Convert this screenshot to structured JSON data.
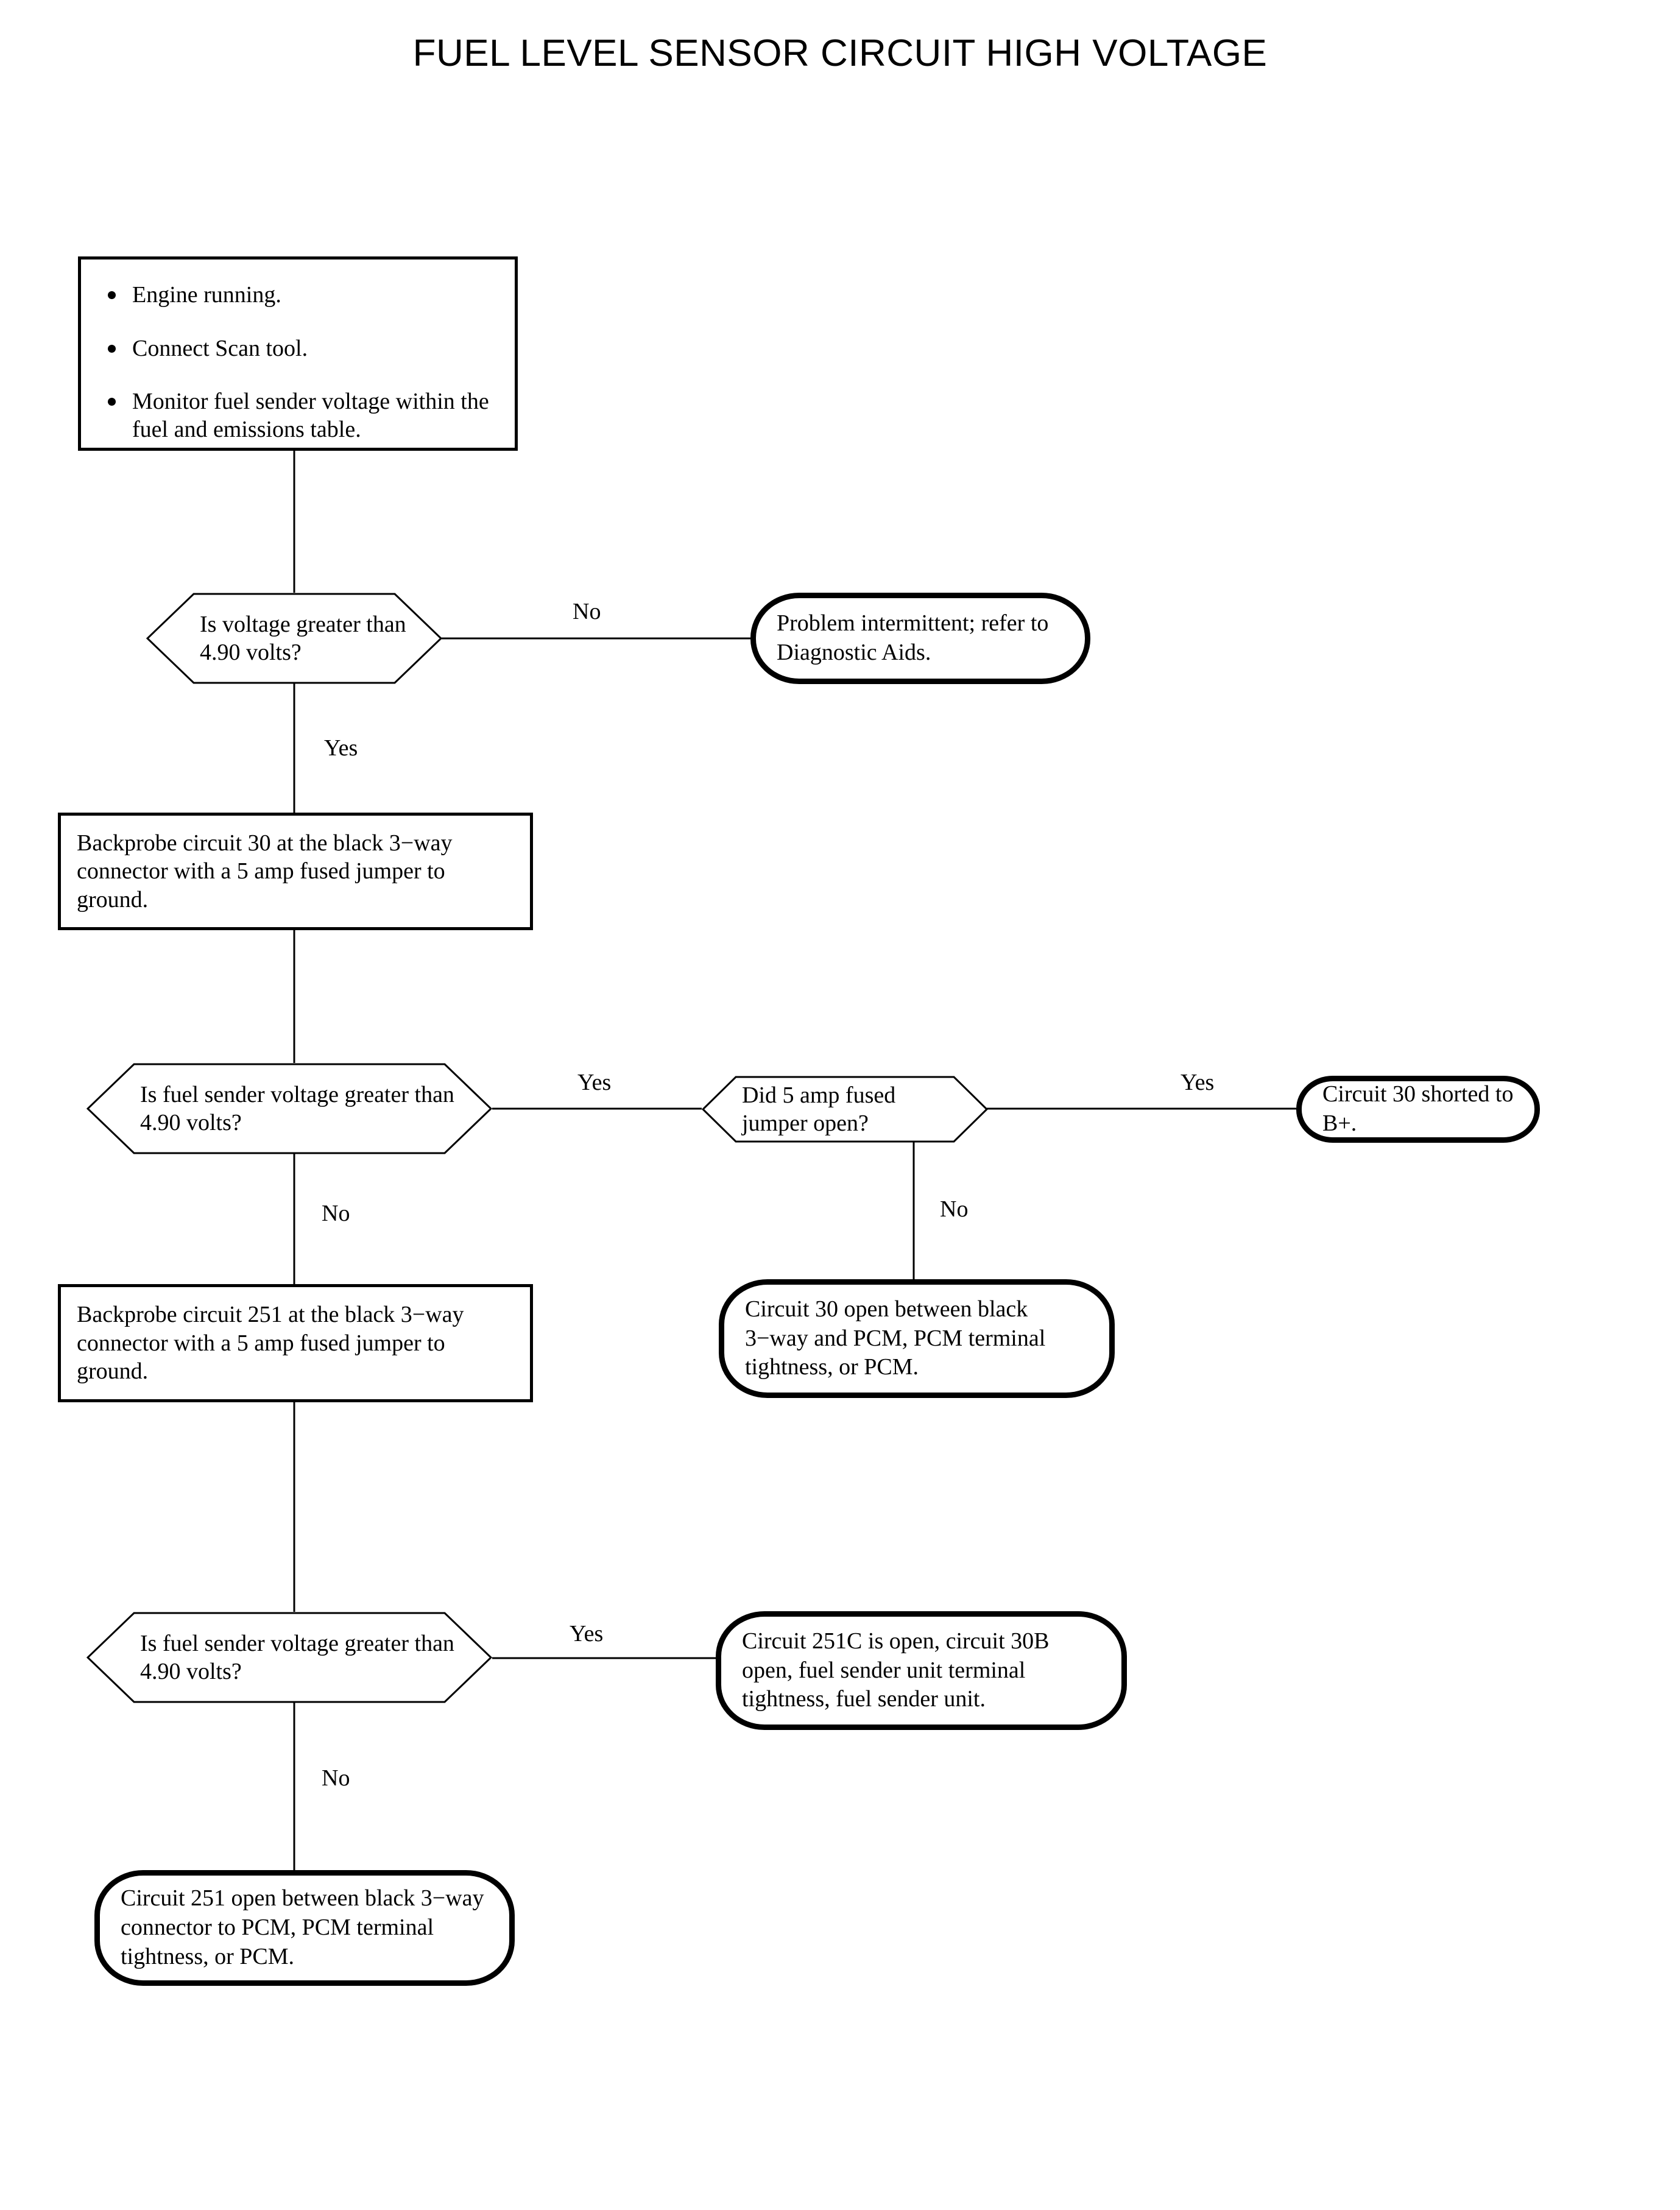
{
  "title": "FUEL LEVEL SENSOR CIRCUIT HIGH VOLTAGE",
  "colors": {
    "ink": "#000000",
    "paper": "#ffffff"
  },
  "nodes": {
    "start_conditions": {
      "type": "process",
      "bullets": [
        "Engine running.",
        "Connect Scan tool.",
        "Monitor fuel sender voltage within the fuel and emissions table."
      ]
    },
    "decision_voltage_1": {
      "type": "decision",
      "text": "Is voltage greater than 4.90 volts?"
    },
    "terminal_intermittent": {
      "type": "terminal",
      "text": "Problem intermittent; refer to Diagnostic Aids."
    },
    "process_backprobe_30": {
      "type": "process",
      "text": "Backprobe circuit 30 at the black 3−way connector with a 5 amp fused jumper to ground."
    },
    "decision_sender_voltage_1": {
      "type": "decision",
      "text": "Is fuel sender voltage greater than 4.90 volts?"
    },
    "decision_jumper_open": {
      "type": "decision",
      "text": "Did 5 amp fused jumper open?"
    },
    "terminal_shorted_bplus": {
      "type": "terminal",
      "text": "Circuit 30 shorted to B+."
    },
    "process_backprobe_251": {
      "type": "process",
      "text": "Backprobe circuit 251 at the black 3−way connector with a 5 amp fused jumper to ground."
    },
    "terminal_circuit30_open": {
      "type": "terminal",
      "text": "Circuit 30 open between black 3−way and PCM, PCM terminal tightness, or PCM."
    },
    "decision_sender_voltage_2": {
      "type": "decision",
      "text": "Is fuel sender voltage greater than 4.90 volts?"
    },
    "terminal_251c_open": {
      "type": "terminal",
      "text": "Circuit 251C is open, circuit 30B open, fuel sender unit terminal tightness, fuel sender unit."
    },
    "terminal_251_open": {
      "type": "terminal",
      "text": "Circuit 251 open between black 3−way connector to PCM, PCM terminal tightness, or PCM."
    }
  },
  "edge_labels": {
    "no_1": "No",
    "yes_1": "Yes",
    "yes_2": "Yes",
    "yes_3": "Yes",
    "no_2": "No",
    "no_3": "No",
    "yes_4": "Yes",
    "no_4": "No"
  }
}
